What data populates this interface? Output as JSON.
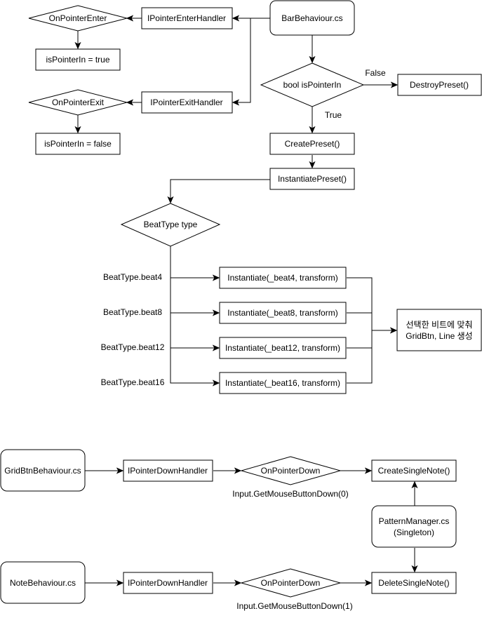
{
  "nodes": {
    "bar_behaviour": "BarBehaviour.cs",
    "ipointer_enter_handler": "IPointerEnterHandler",
    "on_pointer_enter": "OnPointerEnter",
    "is_pointer_in_true": "isPointerIn = true",
    "ipointer_exit_handler": "IPointerExitHandler",
    "on_pointer_exit": "OnPointerExit",
    "is_pointer_in_false": "isPointerIn = false",
    "bool_is_pointer_in": "bool isPointerIn",
    "destroy_preset": "DestroyPreset()",
    "create_preset": "CreatePreset()",
    "instantiate_preset": "InstantiatePreset()",
    "beat_type": "BeatType type",
    "inst_beat4": "Instantiate(_beat4, transform)",
    "inst_beat8": "Instantiate(_beat8, transform)",
    "inst_beat12": "Instantiate(_beat12, transform)",
    "inst_beat16": "Instantiate(_beat16, transform)",
    "result_line1": "선택한 비트에 맞춰",
    "result_line2": "GridBtn, Line 생성",
    "grid_btn_behaviour": "GridBtnBehaviour.cs",
    "grid_pointer_down_handler": "IPointerDownHandler",
    "grid_on_pointer_down": "OnPointerDown",
    "create_single_note": "CreateSingleNote()",
    "pattern_manager_line1": "PatternManager.cs",
    "pattern_manager_line2": "(Singleton)",
    "note_behaviour": "NoteBehaviour.cs",
    "note_pointer_down_handler": "IPointerDownHandler",
    "note_on_pointer_down": "OnPointerDown",
    "delete_single_note": "DeleteSingleNote()"
  },
  "edge_labels": {
    "false": "False",
    "true": "True",
    "beat4": "BeatType.beat4",
    "beat8": "BeatType.beat8",
    "beat12": "BeatType.beat12",
    "beat16": "BeatType.beat16",
    "mouse_button_0": "Input.GetMouseButtonDown(0)",
    "mouse_button_1": "Input.GetMouseButtonDown(1)"
  }
}
